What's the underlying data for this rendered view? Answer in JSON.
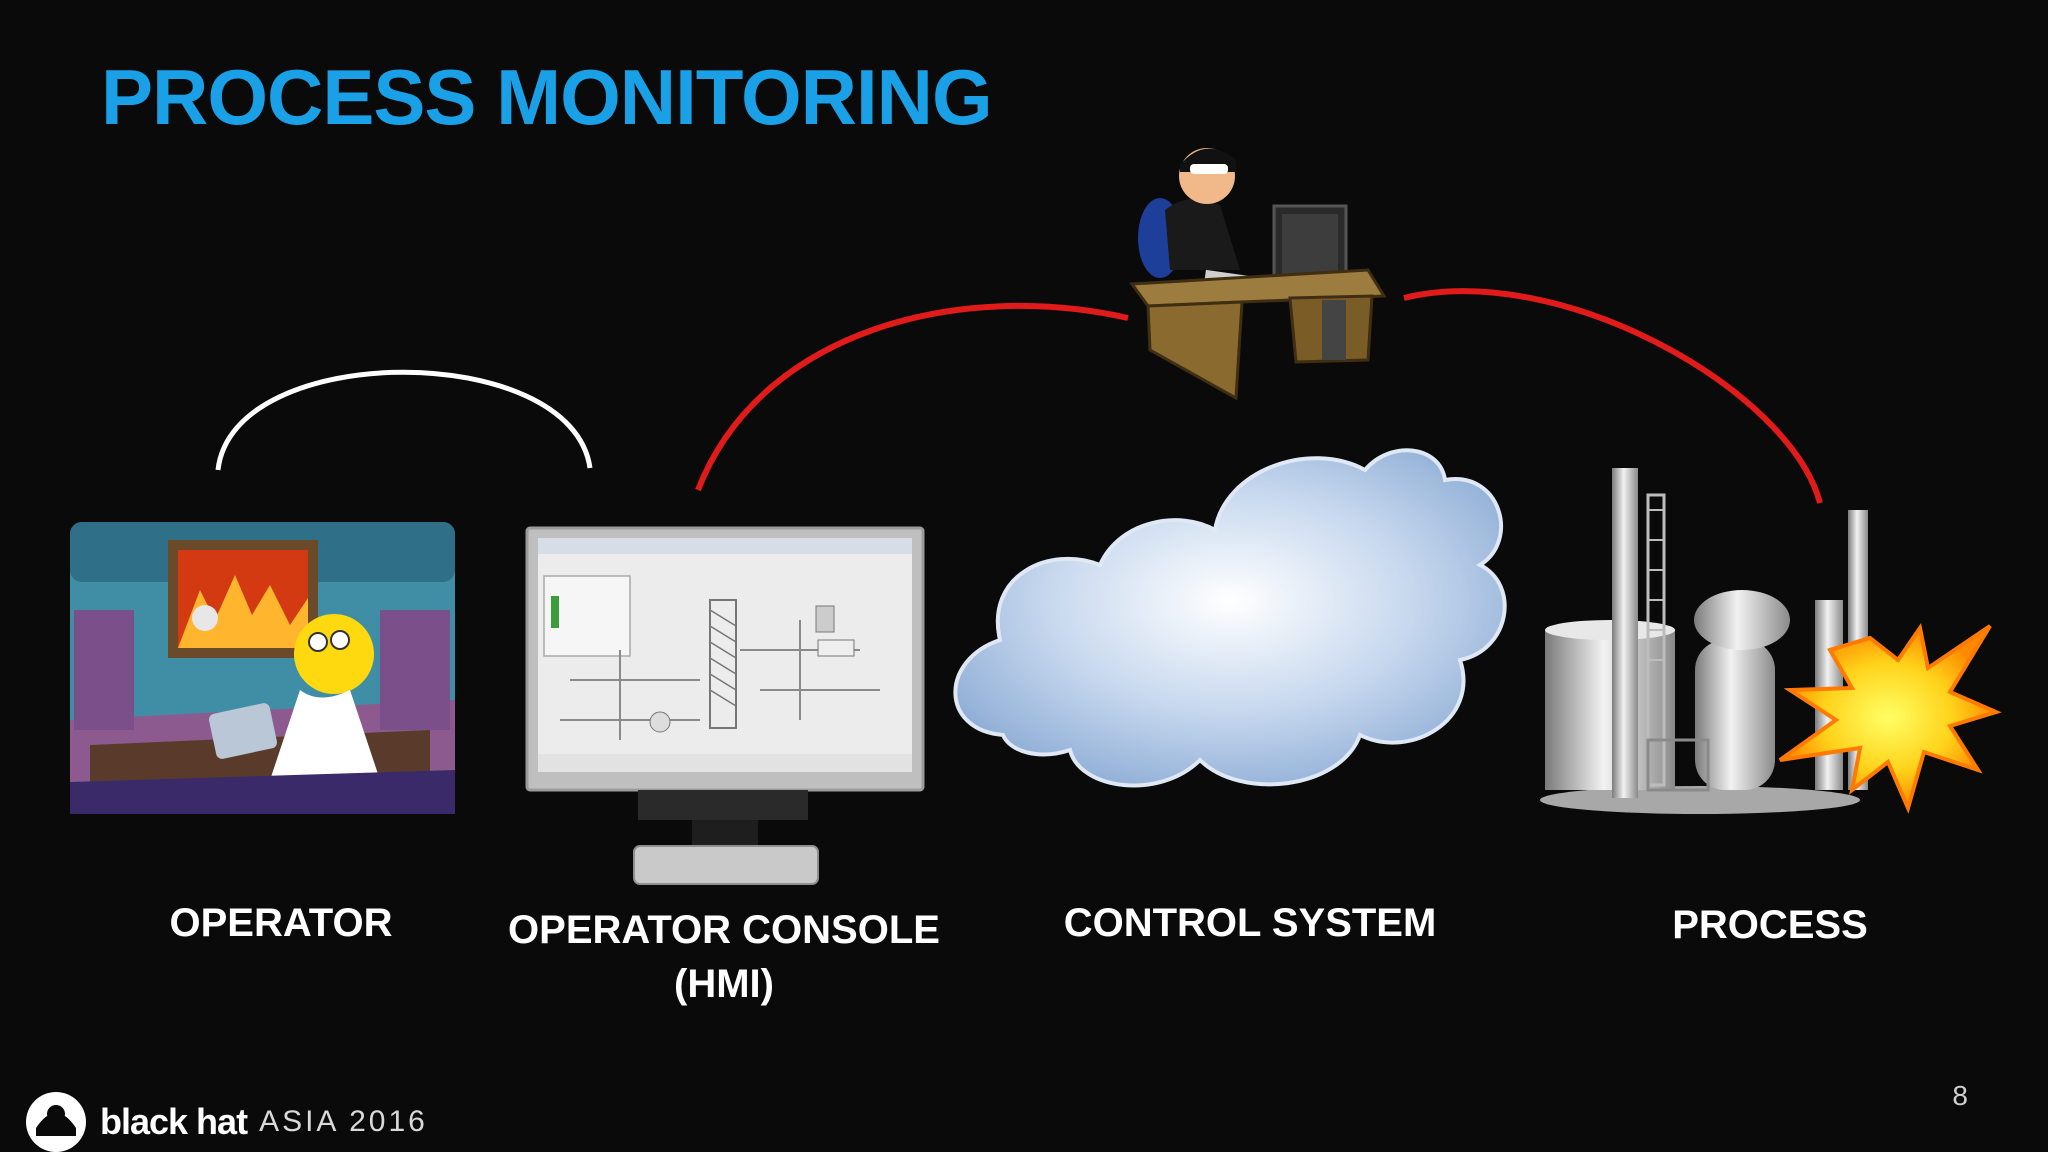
{
  "slide": {
    "title": "PROCESS MONITORING",
    "page_number": "8"
  },
  "nodes": [
    {
      "id": "operator",
      "label": "OPERATOR",
      "icon": "operator-image"
    },
    {
      "id": "hmi",
      "label_line1": "OPERATOR CONSOLE",
      "label_line2": "(HMI)",
      "icon": "monitor-icon"
    },
    {
      "id": "control",
      "label": "CONTROL SYSTEM",
      "icon": "cloud-icon"
    },
    {
      "id": "process",
      "label": "PROCESS",
      "icon": "refinery-icon"
    }
  ],
  "connectors": {
    "operator_hmi_color": "#ffffff",
    "attack_color": "#e11a1a"
  },
  "attacker": {
    "icon": "hacker-at-desk-icon"
  },
  "footer": {
    "brand": "black hat",
    "event": "ASIA 2016",
    "logo_icon": "black-hat-logo-icon"
  }
}
